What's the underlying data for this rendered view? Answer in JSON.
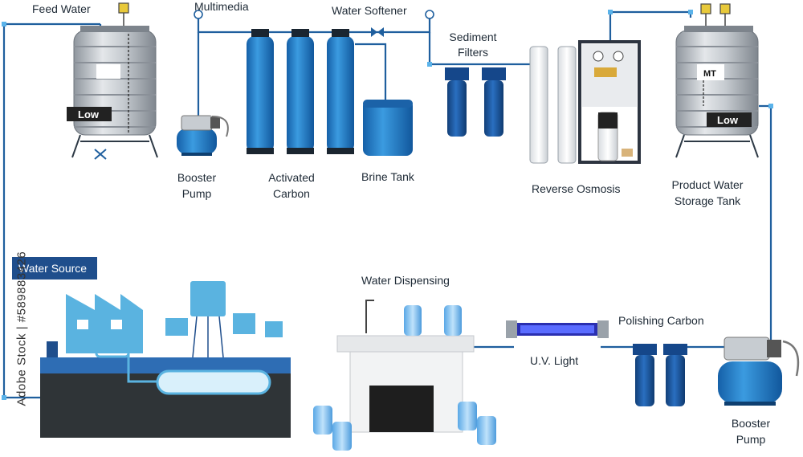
{
  "labels": {
    "feed_water": "Feed Water",
    "multimedia": "Multimedia",
    "water_softener": "Water Softener",
    "sediment_filters_1": "Sediment",
    "sediment_filters_2": "Filters",
    "booster_pump_top_1": "Booster",
    "booster_pump_top_2": "Pump",
    "activated_carbon_1": "Activated",
    "activated_carbon_2": "Carbon",
    "brine_tank": "Brine Tank",
    "reverse_osmosis": "Reverse Osmosis",
    "product_water_1": "Product Water",
    "product_water_2": "Storage Tank",
    "water_source": "Water Source",
    "water_dispensing": "Water Dispensing",
    "uv_light": "U.V. Light",
    "polishing_carbon": "Polishing Carbon",
    "booster_pump_bottom_1": "Booster",
    "booster_pump_bottom_2": "Pump"
  },
  "tank_readouts": {
    "feed_level": "Low",
    "product_level": "Low",
    "product_tag": "MT"
  },
  "stock_credit": "Adobe Stock | #589883426",
  "colors": {
    "pipe": "#1f5f9e",
    "vessel_blue": "#1f7fc4",
    "vessel_dark": "#1a4f8a",
    "steel": "#b8bec6",
    "water_source_bg": "#1f4e8c"
  }
}
